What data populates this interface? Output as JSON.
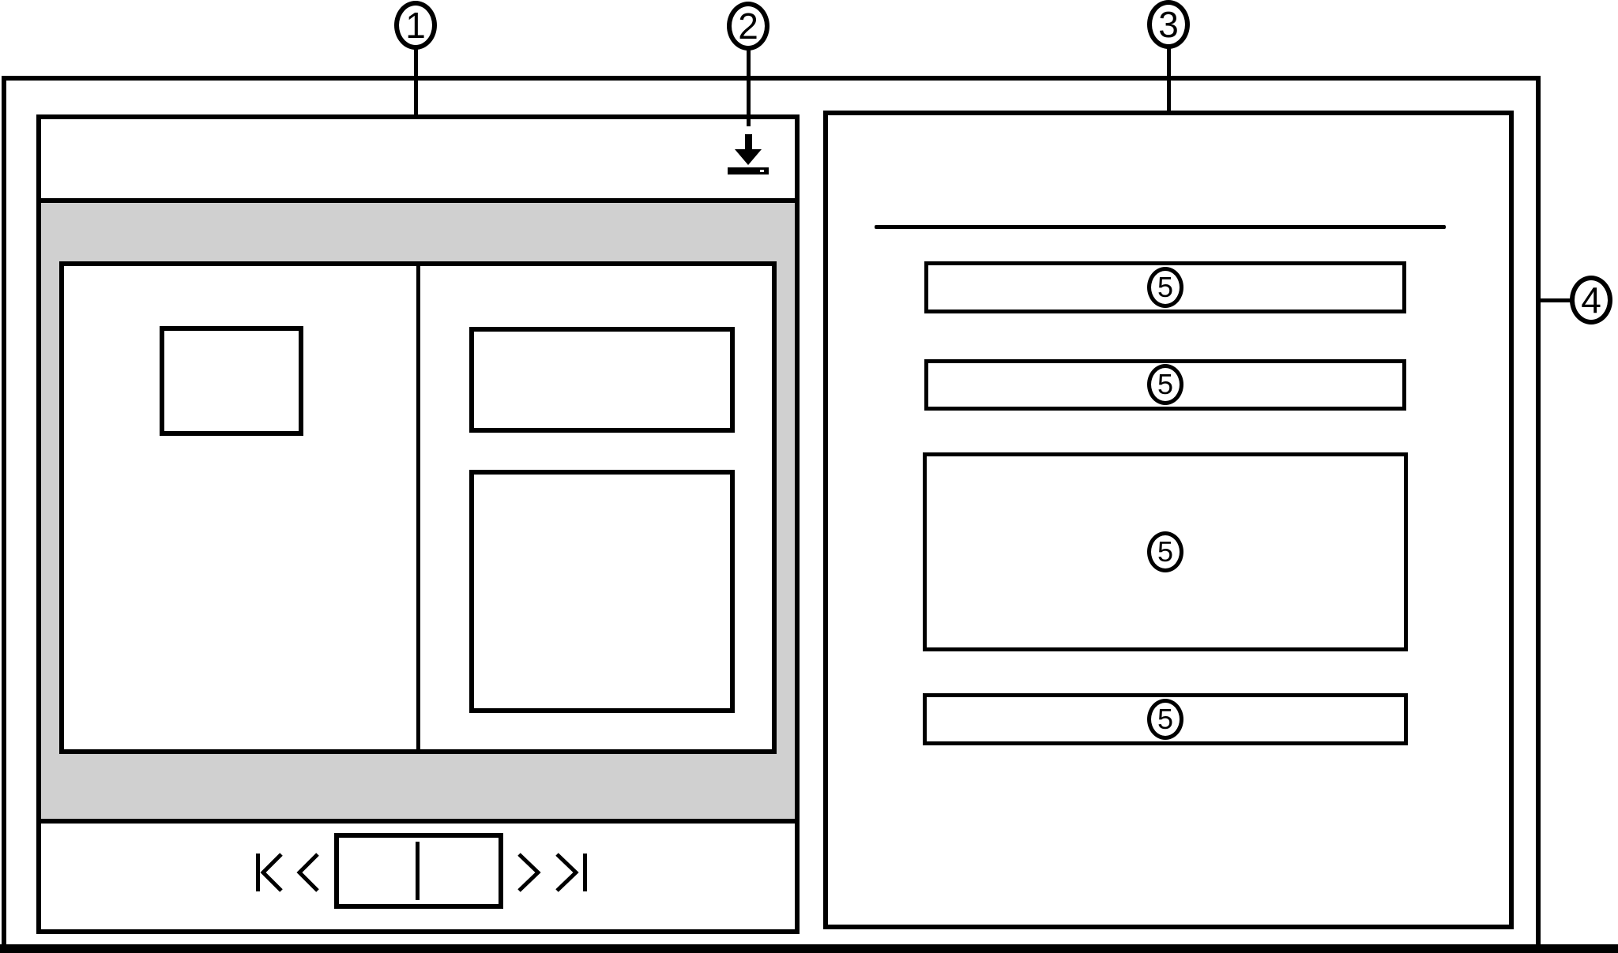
{
  "colors": {
    "ink": "#000000",
    "paper": "#ffffff",
    "content_gray": "#d0d0d0"
  },
  "callouts": {
    "viewer_window": "1",
    "download_button": "2",
    "detail_panel": "3",
    "app_frame": "4",
    "panel_field": "5"
  },
  "icons": {
    "download": "download-icon",
    "first_page": "first-page-icon",
    "previous_page": "prev-page-icon",
    "next_page": "next-page-icon",
    "last_page": "last-page-icon",
    "page_slider": "page-spread-slider"
  }
}
